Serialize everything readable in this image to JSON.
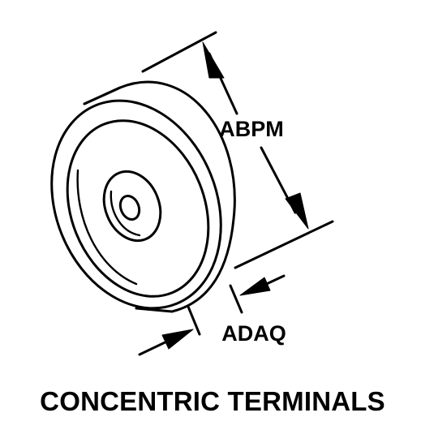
{
  "diagram": {
    "dimension_labels": {
      "diameter": "ABPM",
      "thickness": "ADAQ"
    },
    "caption": "CONCENTRIC TERMINALS"
  }
}
